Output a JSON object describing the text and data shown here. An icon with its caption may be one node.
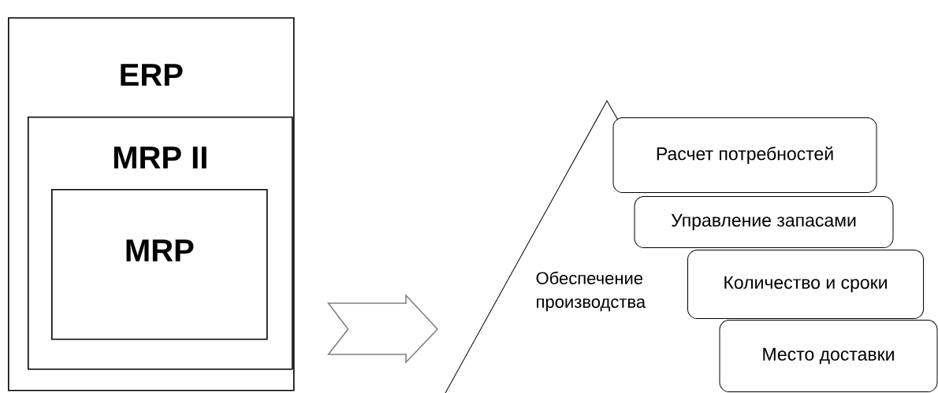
{
  "diagram": {
    "nodes": [
      {
        "text": [
          "ERP"
        ]
      },
      {
        "text": [
          "MRP II"
        ],
        "in": 0
      },
      {
        "text": [
          "MRP"
        ],
        "in": 1
      },
      {
        "text": [
          "Обеспечение производства"
        ]
      },
      {
        "text": [
          "Расчет потребностей"
        ]
      },
      {
        "text": [
          "Управление запасами"
        ]
      },
      {
        "text": [
          "Количество и сроки"
        ]
      },
      {
        "text": [
          "Место доставки"
        ]
      }
    ],
    "edges": [
      {
        "from": 0,
        "to": 3,
        "arrow": "to"
      }
    ]
  }
}
